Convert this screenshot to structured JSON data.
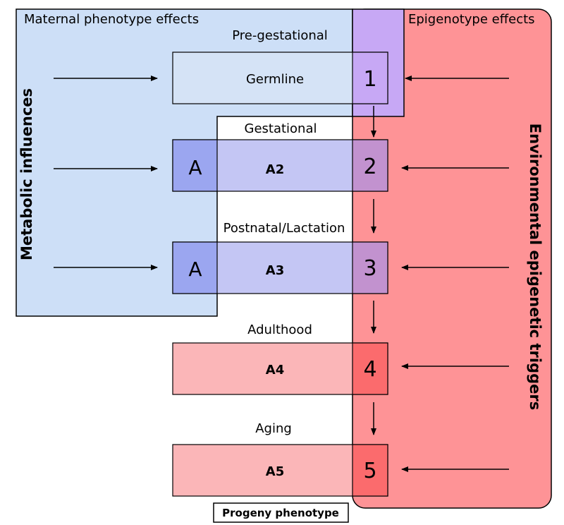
{
  "regions": {
    "maternal_title": "Maternal phenotype effects",
    "epigenotype_title": "Epigenotype effects",
    "left_side_label": "Metabolic influences",
    "right_side_label": "Environmental epigenetic triggers"
  },
  "stages": [
    {
      "heading": "Pre-gestational",
      "box_label": "Germline",
      "number": "1"
    },
    {
      "heading": "Gestational",
      "box_marker": "A",
      "box_label": "A2",
      "number": "2"
    },
    {
      "heading": "Postnatal/Lactation",
      "box_marker": "A",
      "box_label": "A3",
      "number": "3"
    },
    {
      "heading": "Adulthood",
      "box_label": "A4",
      "number": "4"
    },
    {
      "heading": "Aging",
      "box_label": "A5",
      "number": "5"
    }
  ],
  "footer": {
    "progeny_label": "Progeny phenotype"
  },
  "colors": {
    "maternal_fill": "#cddff7",
    "epigenotype_fill": "#fe9396",
    "overlap_fill": "#c7a8f5",
    "germline_fill": "#d5e3f6",
    "gest_box_fill": "#c4c6f4",
    "marker_fill": "#9ba6f0",
    "number_mid_fill": "#c292cf",
    "adult_box_fill": "#fbb6b8",
    "adult_number_fill": "#fb6b6d"
  }
}
